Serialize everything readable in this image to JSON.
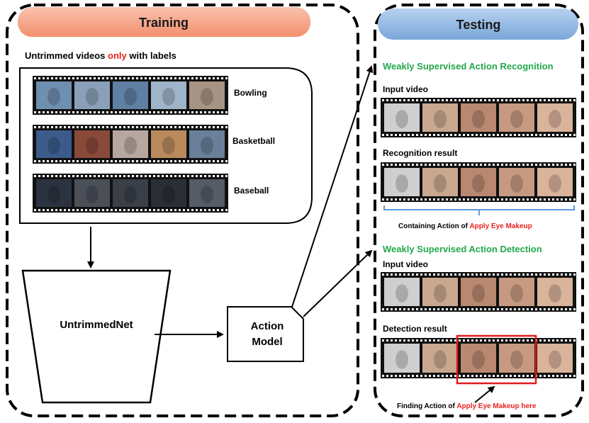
{
  "training": {
    "header": "Training",
    "subtitle_pre": "Untrimmed videos ",
    "subtitle_highlight": "only",
    "subtitle_post": " with labels",
    "videos": [
      {
        "label": "Bowling"
      },
      {
        "label": "Basketball"
      },
      {
        "label": "Baseball"
      }
    ],
    "network_label": "UntrimmedNet",
    "model_label_line1": "Action",
    "model_label_line2": "Model"
  },
  "testing": {
    "header": "Testing",
    "recognition_title": "Weakly Supervised Action Recognition",
    "recognition_input_label": "Input video",
    "recognition_result_label": "Recognition result",
    "recognition_caption_pre": "Containing Action of ",
    "recognition_caption_highlight": "Apply Eye Makeup",
    "detection_title": "Weakly Supervised Action Detection",
    "detection_input_label": "Input video",
    "detection_result_label": "Detection result",
    "detection_caption_pre": "Finding Action of ",
    "detection_caption_highlight": "Apply Eye Makeup here"
  },
  "colors": {
    "training_header": "#f4a88a",
    "testing_header": "#8fb6e0",
    "highlight_red": "#e8231f",
    "title_green": "#22a84a",
    "brace_blue": "#5b9bd5",
    "detection_box": "#e01b1b"
  }
}
